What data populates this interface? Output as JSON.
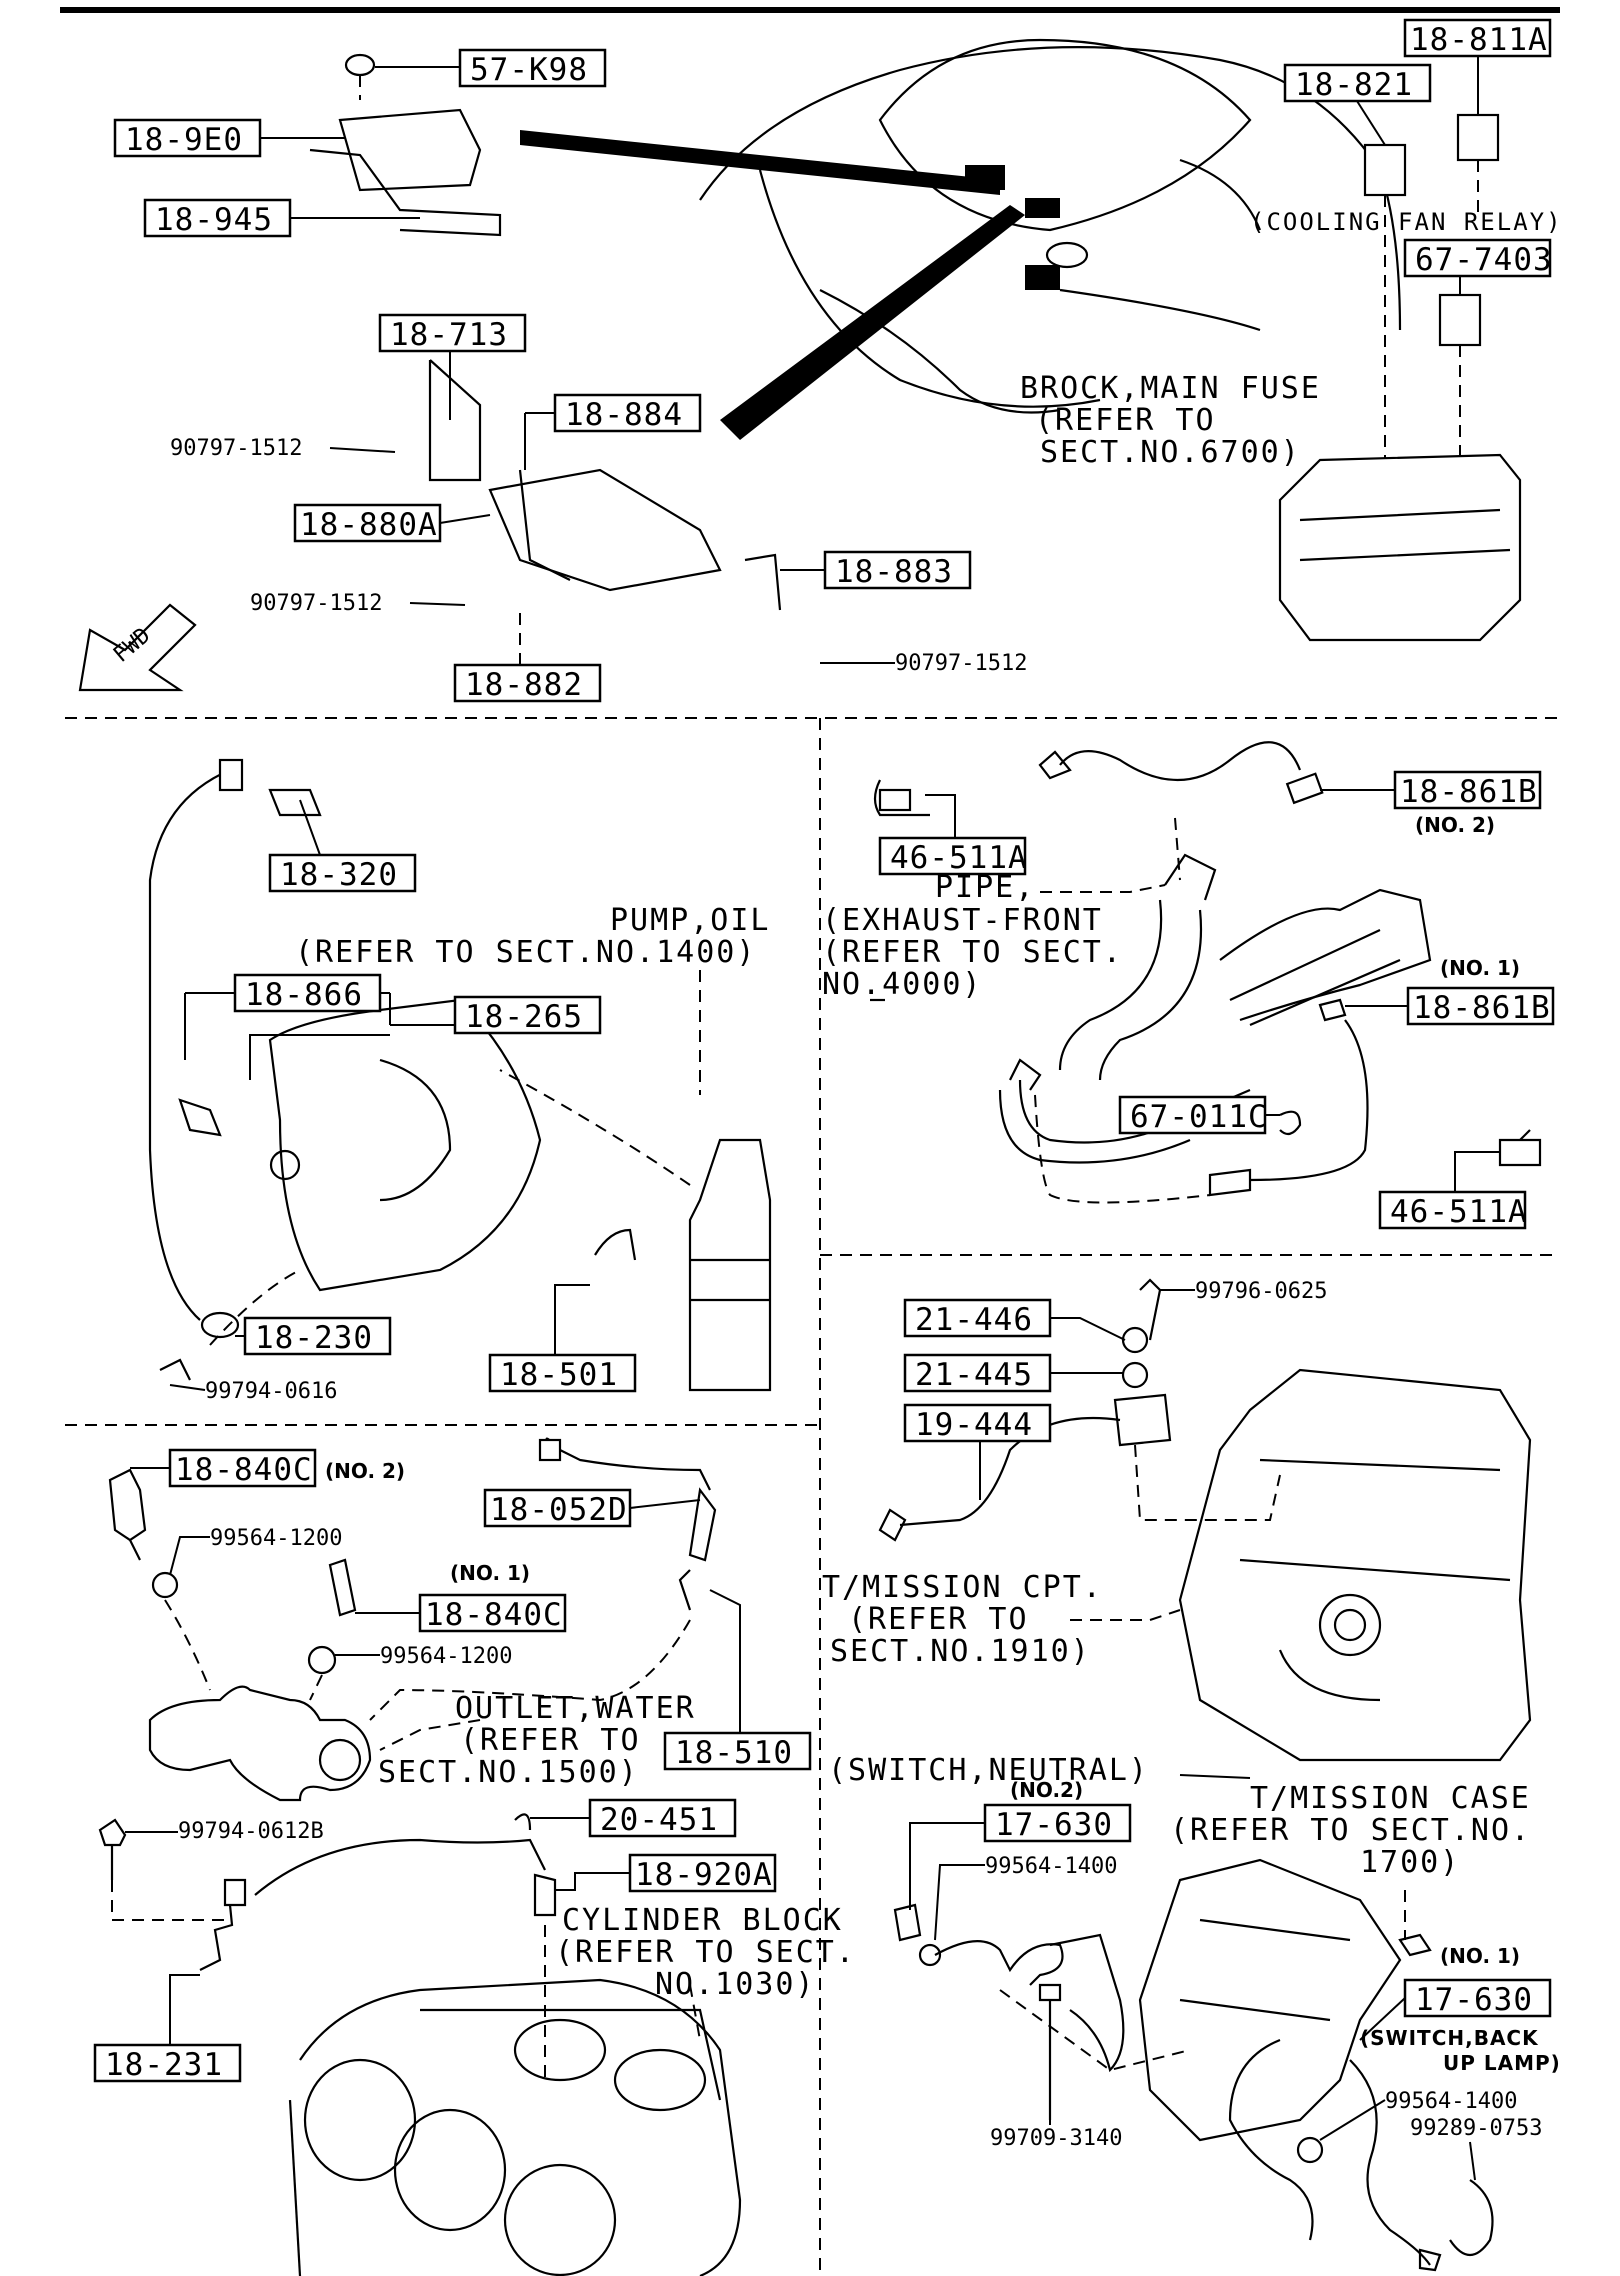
{
  "part_numbers": {
    "p57K98": "57-K98",
    "p189E0": "18-9E0",
    "p18945": "18-945",
    "p18713": "18-713",
    "p18884": "18-884",
    "p18880A": "18-880A",
    "p18883": "18-883",
    "p18882": "18-882",
    "p18821": "18-821",
    "p18811A": "18-811A",
    "p677403": "67-7403",
    "p18320": "18-320",
    "p18866": "18-866",
    "p18265": "18-265",
    "p18230": "18-230",
    "p18501": "18-501",
    "p46511A_top": "46-511A",
    "p18861B_no2": "18-861B",
    "p18861B_no1": "18-861B",
    "p67011C": "67-011C",
    "p46511A_bot": "46-511A",
    "p21446": "21-446",
    "p21445": "21-445",
    "p19444": "19-444",
    "p18840C_no2": "18-840C",
    "p18840C_no1": "18-840C",
    "p18052D": "18-052D",
    "p18510": "18-510",
    "p20451": "20-451",
    "p18920A": "18-920A",
    "p18231": "18-231",
    "p17630_no2": "17-630",
    "p17630_no1": "17-630"
  },
  "bolt_numbers": {
    "b90797_a": "90797-1512",
    "b90797_b": "90797-1512",
    "b90797_c": "90797-1512",
    "b99794_0616": "99794-0616",
    "b99796_0625": "99796-0625",
    "b99564_1200_a": "99564-1200",
    "b99564_1200_b": "99564-1200",
    "b99794_0612B": "99794-0612B",
    "b99564_1400_a": "99564-1400",
    "b99709_3140": "99709-3140",
    "b99564_1400_b": "99564-1400",
    "b99289_0753": "99289-0753"
  },
  "variant_labels": {
    "no2_a": "(NO. 2)",
    "no1_a": "(NO. 1)",
    "no2_b": "(NO. 2)",
    "no1_b": "(NO. 1)",
    "no2_c": "(NO.2)",
    "no1_c": "(NO. 1)"
  },
  "notes": {
    "cooling_fan_relay": "(COOLING FAN RELAY)",
    "brock_main_fuse_1": "BROCK,MAIN FUSE",
    "brock_main_fuse_2": "(REFER TO",
    "brock_main_fuse_3": "SECT.NO.6700)",
    "pump_oil_1": "PUMP,OIL",
    "pump_oil_2": "(REFER TO SECT.NO.1400)",
    "pipe_1": "PIPE,",
    "pipe_2": "(EXHAUST-FRONT",
    "pipe_3": "(REFER TO SECT.",
    "pipe_4": "NO.4000)",
    "tmission_cpt_1": "T/MISSION CPT.",
    "tmission_cpt_2": "(REFER TO",
    "tmission_cpt_3": "SECT.NO.1910)",
    "outlet_water_1": "OUTLET,WATER",
    "outlet_water_2": "(REFER TO",
    "outlet_water_3": "SECT.NO.1500)",
    "switch_neutral": "(SWITCH,NEUTRAL)",
    "tmission_case_1": "T/MISSION CASE",
    "tmission_case_2": "(REFER TO SECT.NO.",
    "tmission_case_3": "1700)",
    "cylinder_block_1": "CYLINDER BLOCK",
    "cylinder_block_2": "(REFER TO SECT.",
    "cylinder_block_3": "NO.1030)",
    "switch_back_1": "(SWITCH,BACK",
    "switch_back_2": "UP LAMP)",
    "fwd": "FWD"
  }
}
